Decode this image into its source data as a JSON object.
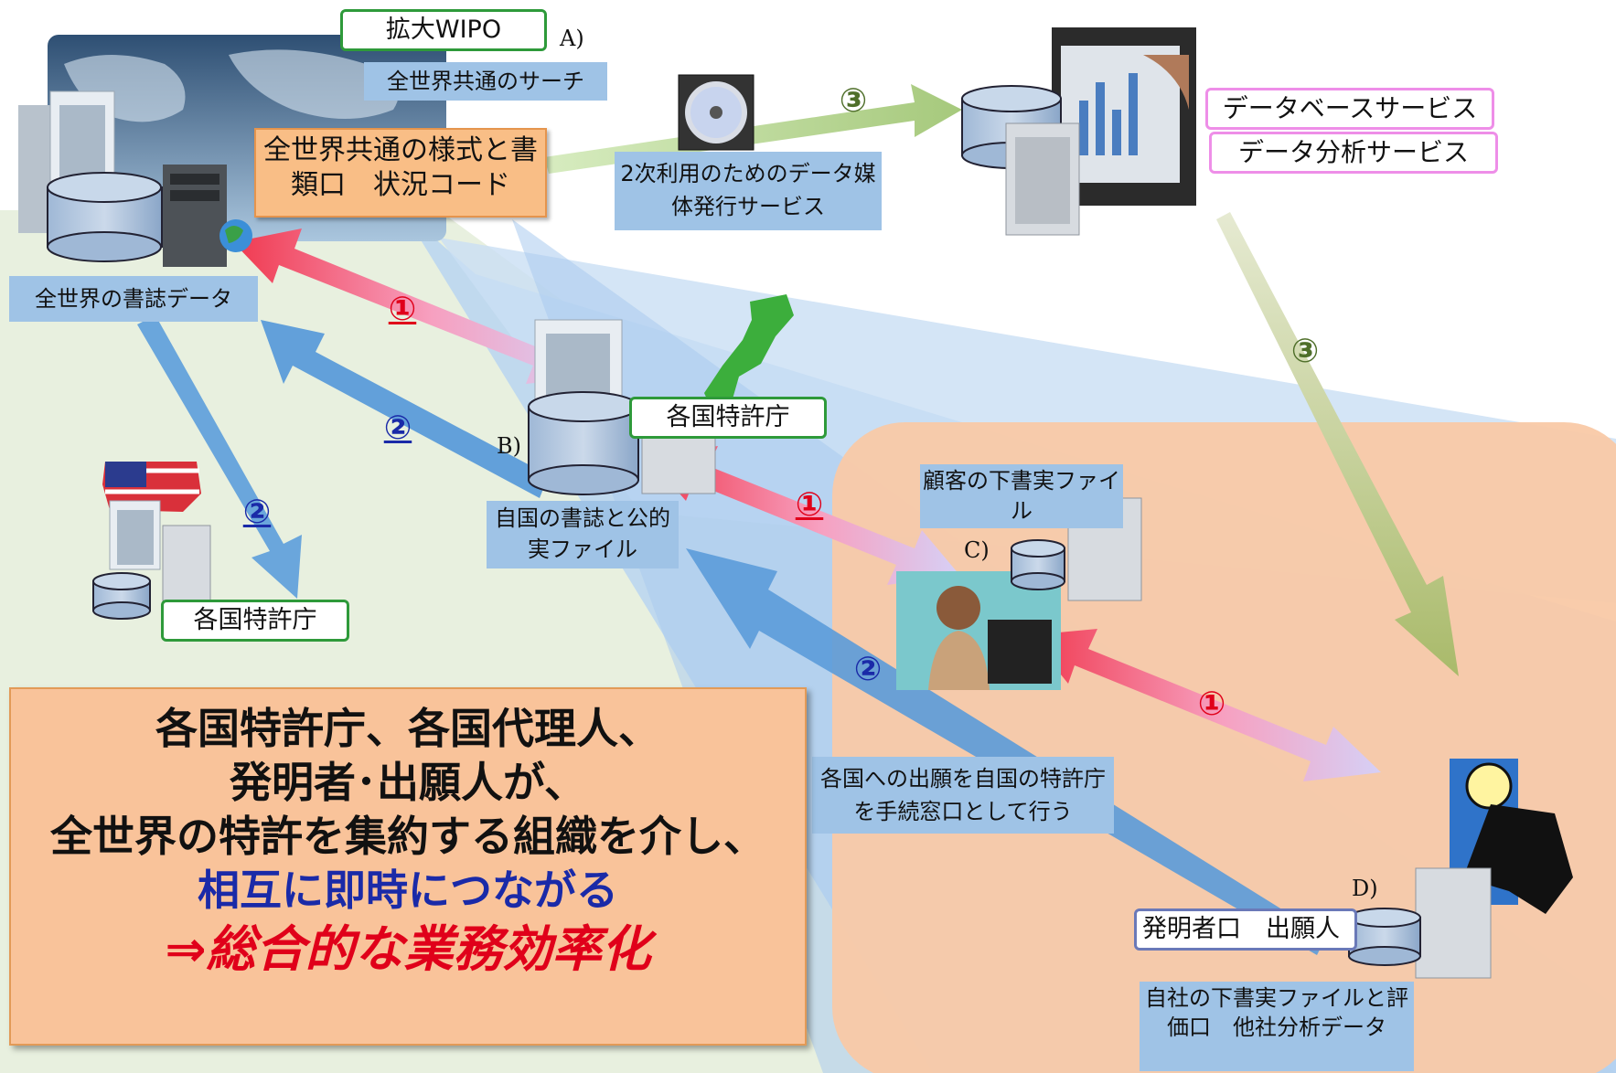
{
  "labels": {
    "wipo": "拡大WIPO",
    "wipo_letter": "A)",
    "global_search": "全世界共通のサーチ",
    "common_format": "全世界共通の様式と書類口　状況コード",
    "global_bib": "全世界の書誌データ",
    "media_service": "2次利用のためのデータ媒体発行サービス",
    "db_service": "データベースサービス",
    "analysis_service": "データ分析サービス",
    "patent_office_center": "各国特許庁",
    "patent_office_left": "各国特許庁",
    "office_letter": "B)",
    "home_bib": "自国の書誌と公的実ファイル",
    "client_file": "顧客の下書実ファイル",
    "client_letter": "C)",
    "procedure": "各国への出願を自国の特許庁を手続窓口として行う",
    "inventor_letter": "D)",
    "inventor": "発明者口　出願人",
    "company_file": "自社の下書実ファイルと評価口　他社分析データ"
  },
  "numbers": {
    "n1": "①",
    "n2": "②",
    "n3": "③"
  },
  "main": {
    "line1": "各国特許庁、各国代理人、",
    "line2": "発明者･出願人が、",
    "line3": "全世界の特許を集約する組織を介し、",
    "line4": "相互に即時につながる",
    "line5": "⇒総合的な業務効率化"
  },
  "colors": {
    "red_number": "#e0001a",
    "blue_number": "#1a2aa8",
    "green_number": "#4f6f2a"
  }
}
